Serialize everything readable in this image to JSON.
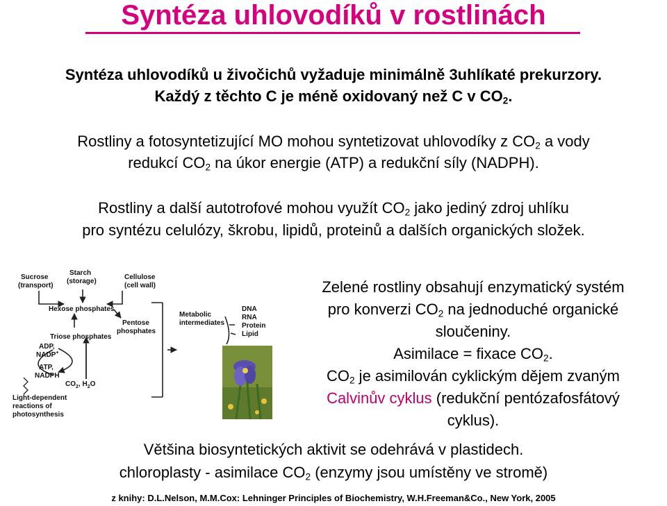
{
  "title": "Syntéza uhlovodíků v rostlinách",
  "para1": {
    "line1": "Syntéza uhlovodíků u živočichů vyžaduje minimálně 3uhlíkaté prekurzory.",
    "line2_a": "Každý z těchto C je méně oxidovaný než C v CO",
    "line2_sub": "2",
    "line2_b": "."
  },
  "para2": {
    "line1_a": "Rostliny a fotosyntetizující MO mohou syntetizovat uhlovodíky z CO",
    "line1_sub": "2",
    "line1_b": " a vody",
    "line2_a": "redukcí CO",
    "line2_sub": "2",
    "line2_b": " na úkor energie (ATP) a redukční síly (NADPH)."
  },
  "para3": {
    "line1_a": "Rostliny a další autotrofové mohou využít CO",
    "line1_sub": "2",
    "line1_b": " jako jediný zdroj uhlíku",
    "line2": "pro syntézu celulózy, škrobu, lipidů, proteinů a dalších organických složek."
  },
  "side": {
    "line1": "Zelené rostliny obsahují enzymatický systém",
    "line2_a": "pro konverzi CO",
    "line2_sub": "2",
    "line2_b": " na jednoduché organické",
    "line3": "sloučeniny.",
    "line4_a": "Asimilace = fixace CO",
    "line4_sub": "2",
    "line4_b": ".",
    "line5_a": "CO",
    "line5_sub": "2",
    "line5_b": " je asimilován cyklickým dějem zvaným",
    "line6_red": "Calvinův cyklus",
    "line6_b": " (redukční pentózafosfátový",
    "line7": "cyklus)."
  },
  "bottom": {
    "line1": "Většina biosyntetických aktivit se odehrává v plastidech.",
    "line2_a": "chloroplasty - asimilace CO",
    "line2_sub": "2",
    "line2_b": " (enzymy jsou umístěny ve stromě)"
  },
  "citation": "z knihy: D.L.Nelson, M.M.Cox: Lehninger Principles of Biochemistry, W.H.Freeman&Co., New York, 2005",
  "diagram": {
    "sucrose": "Sucrose",
    "sucrose_sub": "(transport)",
    "starch": "Starch",
    "starch_sub": "(storage)",
    "cellulose": "Cellulose",
    "cellulose_sub": "(cell wall)",
    "hexose": "Hexose phosphates",
    "triose": "Triose phosphates",
    "pentose": "Pentose",
    "pentose2": "phosphates",
    "metabolic": "Metabolic",
    "metabolic2": "intermediates",
    "dna": "DNA",
    "rna": "RNA",
    "protein": "Protein",
    "lipid": "Lipid",
    "adp": "ADP,",
    "nadp": "NADP",
    "nadp_sup": "+",
    "atp": "ATP,",
    "nadph": "NADPH",
    "co2": "CO",
    "co2_sub": "2",
    "h2o": ", H",
    "h2o_sub": "2",
    "h2o_end": "O",
    "light1": "Light-dependent",
    "light2": "reactions of",
    "light3": "photosynthesis"
  },
  "colors": {
    "title": "#d6007e",
    "calvin": "#c0006a",
    "arrow": "#222222"
  },
  "icons": {
    "plant_photo": "iris-flower-photo"
  }
}
